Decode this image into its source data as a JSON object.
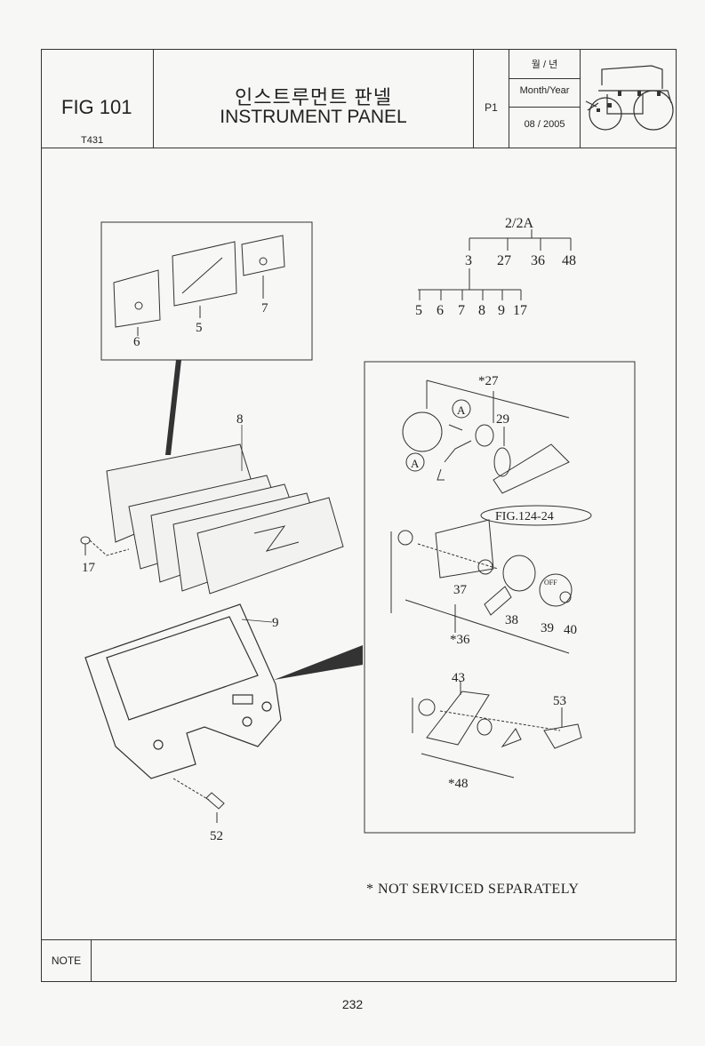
{
  "header": {
    "fig_number": "FIG 101",
    "model": "T431",
    "title_korean": "인스트루먼트 판넬",
    "title_english": "INSTRUMENT PANEL",
    "page_code": "P1",
    "date_label_korean": "월 / 년",
    "date_label_english": "Month/Year",
    "date_value": "08 / 2005"
  },
  "diagram": {
    "tree_root": "2/2A",
    "tree_level1": [
      "3",
      "27",
      "36",
      "48"
    ],
    "tree_level2": [
      "5",
      "6",
      "7",
      "8",
      "9",
      "17"
    ],
    "callouts": {
      "c5": "5",
      "c6": "6",
      "c7": "7",
      "c8": "8",
      "c9": "9",
      "c17": "17",
      "c52": "52",
      "c27": "*27",
      "c29": "29",
      "c36": "*36",
      "c37": "37",
      "c38": "38",
      "c39": "39",
      "c40": "40",
      "c43": "43",
      "c48": "*48",
      "c53": "53",
      "detail_a": "A",
      "fig_ref": "FIG.124-24",
      "knob_off": "OFF"
    }
  },
  "footnote": "* NOT SERVICED SEPARATELY",
  "note_label": "NOTE",
  "page_number": "232"
}
